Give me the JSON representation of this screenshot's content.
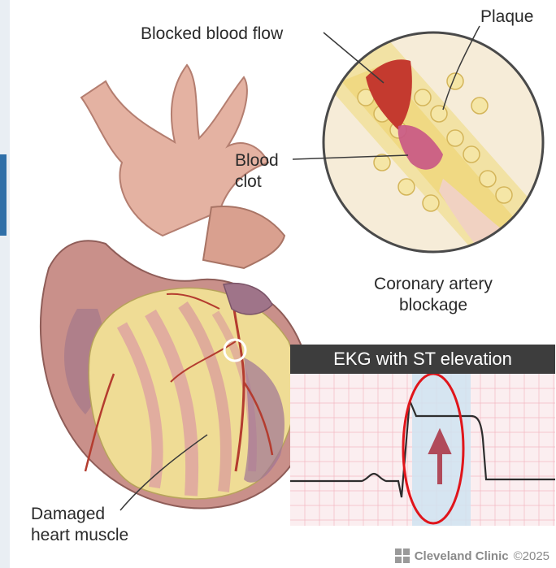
{
  "labels": {
    "plaque": "Plaque",
    "blocked_flow": "Blocked blood flow",
    "blood_clot_line1": "Blood",
    "blood_clot_line2": "clot",
    "coronary_line1": "Coronary artery",
    "coronary_line2": "blockage",
    "damaged_line1": "Damaged",
    "damaged_line2": "heart muscle"
  },
  "ekg": {
    "title": "EKG with ST elevation"
  },
  "footer": {
    "brand": "Cleveland Clinic",
    "copyright": "©2025"
  },
  "colors": {
    "annotation_circle": "#e0151b",
    "ekg_highlight": "#cfe3f1",
    "ekg_arrow": "#b04a5a",
    "plaque": "#f1de86",
    "blood": "#c43a2f",
    "heart": "#d9a89a"
  }
}
